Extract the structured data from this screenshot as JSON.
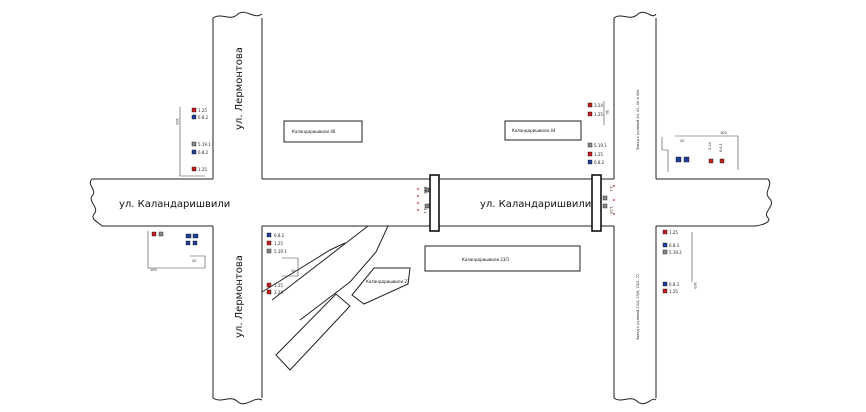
{
  "streets": {
    "kalandarishvili": "ул. Каландаришвили",
    "lermontova": "ул. Лермонтова"
  },
  "buildings": {
    "k46": "Каландаришвили 46",
    "k44": "Каландаришвили 44",
    "k23": "Каландаришвили 23/1",
    "k27": "Каландаришвили 27"
  },
  "notes": {
    "right_upper": "Заезд к рулевой 44, 42, 40 и 40а",
    "right_lower": "Заезд к рулевой 23/4, 23/6, 23/5, 27"
  },
  "distances": {
    "d100": "100",
    "d50": "50",
    "d20": "20",
    "d10": "10"
  },
  "sign_codes": {
    "s1_25": "1.25",
    "s6_8_2": "6.8.2",
    "s6_8_3": "6.8.3",
    "s5_19_1": "5.19.1",
    "s5_19_2": "5.19.2",
    "s3_24": "3.24",
    "s3_1": "3.1",
    "s6_6_1": "6.6.1"
  },
  "colors": {
    "sign_blue": "#1f3f9a",
    "sign_red": "#c02020",
    "crosswalk": "#111111"
  }
}
